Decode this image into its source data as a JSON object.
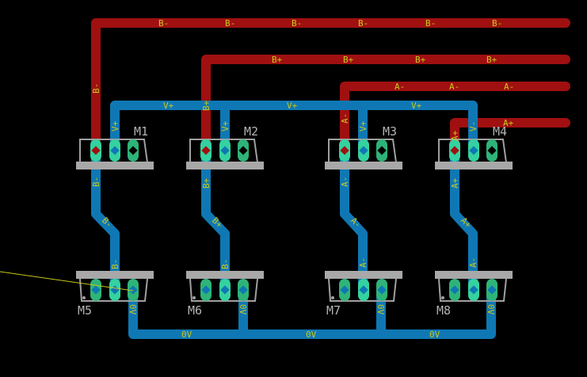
{
  "colors": {
    "top_trace": "#a01010",
    "bottom_trace": "#0f78b4",
    "pad": "#2eb478",
    "silkscreen": "#a8a8a8",
    "label": "#c8c81e",
    "background": "#000000"
  },
  "modules": [
    "M1",
    "M2",
    "M3",
    "M4",
    "M5",
    "M6",
    "M7",
    "M8"
  ],
  "nets": {
    "b_minus": "B-",
    "b_plus": "B+",
    "a_minus": "A-",
    "a_plus": "A+",
    "v_plus": "V+",
    "v_minus": "V-",
    "zero_v": "0V"
  }
}
